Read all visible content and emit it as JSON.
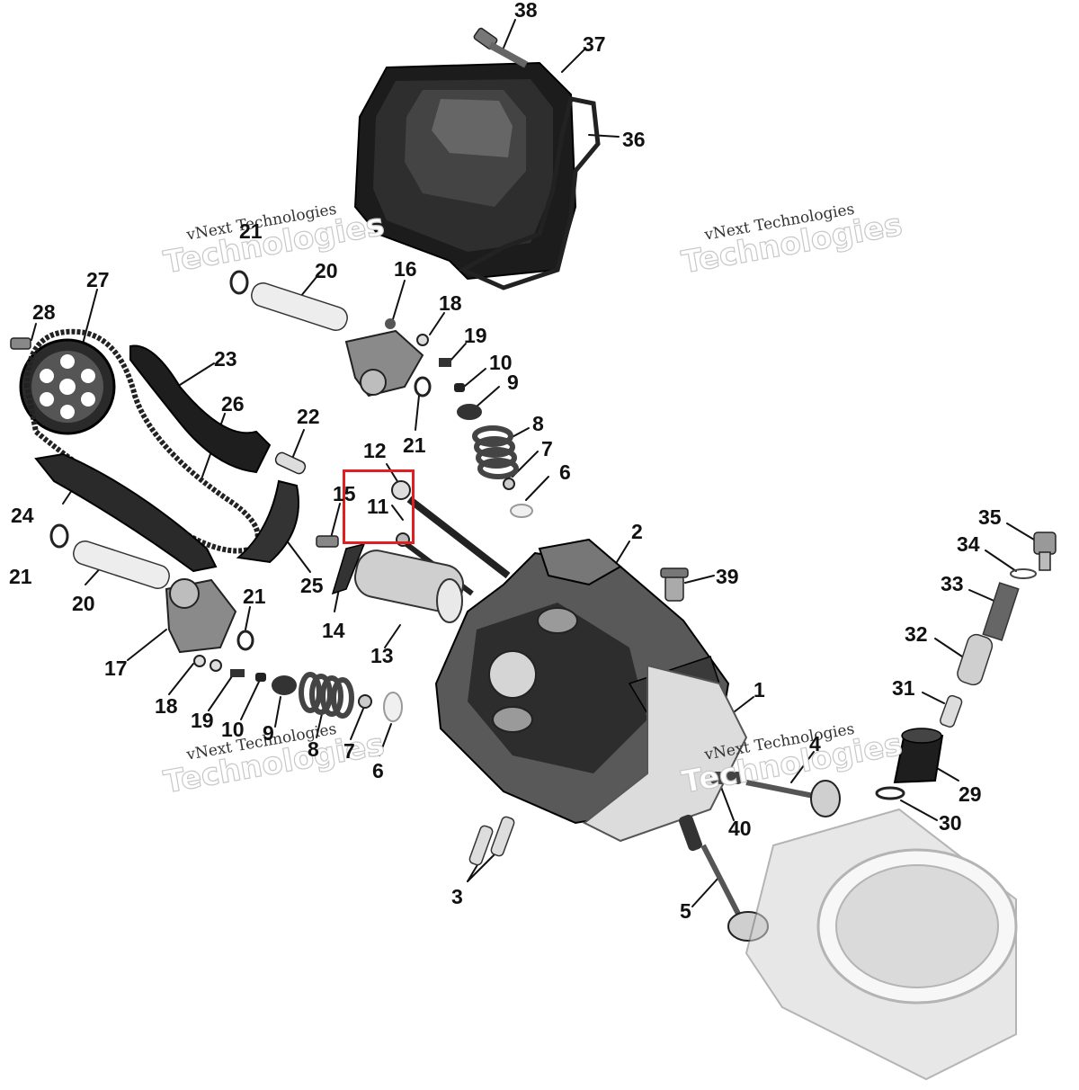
{
  "colors": {
    "part_dark": "#1c1c1c",
    "part_mid": "#7a7a7a",
    "part_light": "#d6d6d6",
    "highlight": "#e02020",
    "callout_text": "#111111"
  },
  "watermarks": [
    {
      "line1": "vNext Technologies",
      "line2": "Technologies"
    },
    {
      "line1": "vNext Technologies",
      "line2": "Technologies"
    },
    {
      "line1": "vNext Technologies",
      "line2": "Technologies"
    },
    {
      "line1": "vNext Technologies",
      "line2": "Technologies"
    }
  ],
  "callouts": [
    "38",
    "37",
    "36",
    "21",
    "20",
    "16",
    "18",
    "19",
    "10",
    "9",
    "21",
    "8",
    "7",
    "6",
    "27",
    "28",
    "23",
    "26",
    "22",
    "12",
    "15",
    "11",
    "24",
    "21",
    "20",
    "25",
    "14",
    "13",
    "21",
    "17",
    "18",
    "19",
    "10",
    "9",
    "8",
    "7",
    "6",
    "2",
    "39",
    "35",
    "34",
    "33",
    "32",
    "31",
    "1",
    "4",
    "40",
    "29",
    "30",
    "3",
    "5"
  ],
  "highlighted_parts": [
    "11",
    "12"
  ]
}
